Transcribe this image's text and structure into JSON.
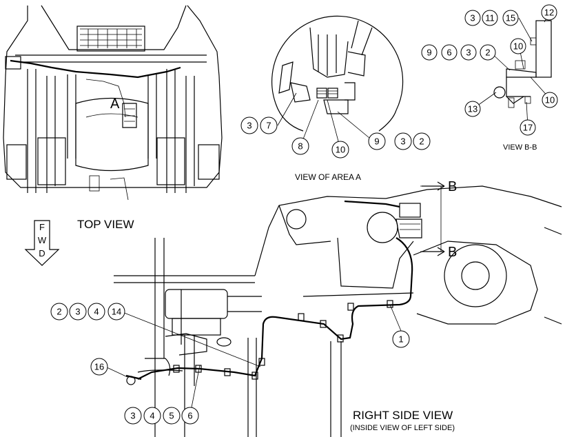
{
  "titles": {
    "top_view": "TOP VIEW",
    "view_area_a": "VIEW OF AREA  A",
    "view_b_b": "VIEW B-B",
    "right_side_view": "RIGHT SIDE VIEW",
    "right_side_sub": "(INSIDE VIEW OF LEFT SIDE)"
  },
  "markers": {
    "area_a": "A",
    "section_b_top": "B",
    "section_b_bottom": "B"
  },
  "fwd_arrow": {
    "f": "F",
    "w": "W",
    "d": "D"
  },
  "callouts": {
    "bb": [
      "3",
      "11",
      "15",
      "12",
      "9",
      "6",
      "3",
      "2",
      "10",
      "13",
      "10",
      "17"
    ],
    "area_a": [
      "3",
      "7",
      "8",
      "10",
      "9",
      "3",
      "2"
    ],
    "side": [
      "2",
      "3",
      "4",
      "14",
      "16",
      "3",
      "4",
      "5",
      "6",
      "1"
    ]
  }
}
